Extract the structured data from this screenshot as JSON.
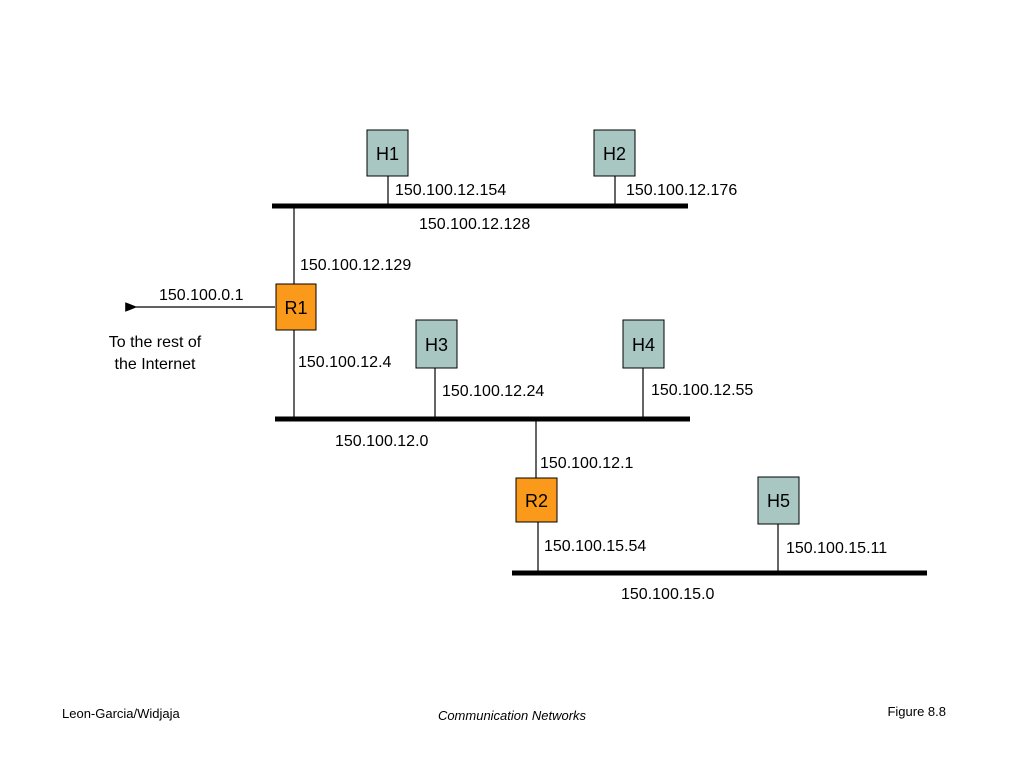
{
  "colors": {
    "host_fill": "#a9c7c2",
    "router_fill": "#fb9a1a",
    "stroke": "#000000"
  },
  "nodes": {
    "h1": "H1",
    "h2": "H2",
    "h3": "H3",
    "h4": "H4",
    "h5": "H5",
    "r1": "R1",
    "r2": "R2"
  },
  "addresses": {
    "h1": "150.100.12.154",
    "h2": "150.100.12.176",
    "net_top": "150.100.12.128",
    "r1_top": "150.100.12.129",
    "r1_internet": "150.100.0.1",
    "r1_bottom": "150.100.12.4",
    "h3": "150.100.12.24",
    "h4": "150.100.12.55",
    "net_mid": "150.100.12.0",
    "r2_top": "150.100.12.1",
    "r2_bottom": "150.100.15.54",
    "h5": "150.100.15.11",
    "net_bottom": "150.100.15.0"
  },
  "internet_label": [
    "To the rest of",
    "the Internet"
  ],
  "footer": {
    "left": "Leon-Garcia/Widjaja",
    "center": "Communication Networks",
    "right": "Figure 8.8"
  }
}
